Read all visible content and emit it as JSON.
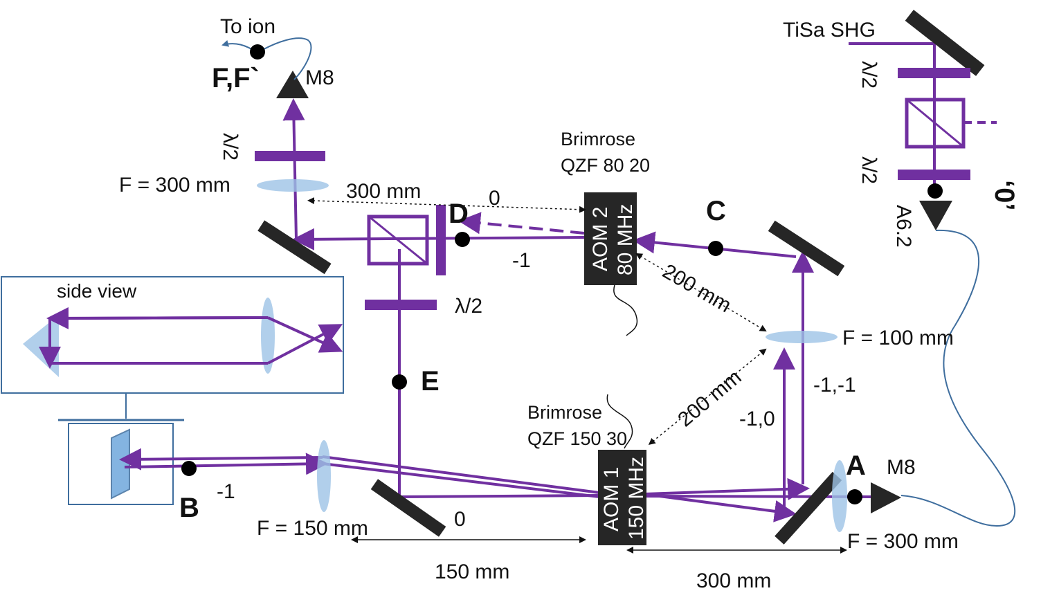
{
  "labels": {
    "to_ion": "To ion",
    "ff": "F,F`",
    "m8_top": "M8",
    "lambda_half": "λ/2",
    "f300_left": "F = 300 mm",
    "d300_top": "300 mm",
    "zero_top": "0",
    "minus1_aom2": "-1",
    "brimrose2_line1": "Brimrose",
    "brimrose2_line2": "QZF 80 20",
    "aom2_line1": "AOM 2",
    "aom2_line2": "80 MHz",
    "point_c": "C",
    "point_d": "D",
    "point_e": "E",
    "point_a": "A",
    "point_b": "B",
    "d200_upper": "200 mm",
    "d200_lower": "200 mm",
    "f100": "F = 100 mm",
    "order_m1m1": "-1,-1",
    "order_m10": "-1,0",
    "brimrose1_line1": "Brimrose",
    "brimrose1_line2": "QZF 150 30",
    "aom1_line1": "AOM 1",
    "aom1_line2": "150 MHz",
    "m8_right": "M8",
    "f300_right": "F = 300 mm",
    "d300_bottom": "300 mm",
    "d150_bottom": "150 mm",
    "f150": "F = 150 mm",
    "zero_bottom": "0",
    "minus1_b": "-1",
    "side_view": "side view",
    "tisa": "TiSa SHG",
    "a62": "A6.2",
    "zero_quote": "‘0’"
  },
  "colors": {
    "beam": "#7030a0",
    "mirror": "#262626",
    "lens": "#9dc3e6",
    "fiber": "#3f6e9e",
    "box_border": "#3f6e9e"
  }
}
